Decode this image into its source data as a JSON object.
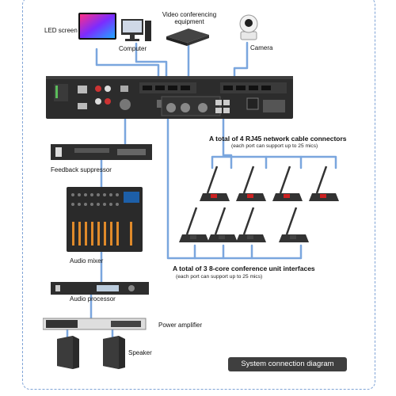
{
  "labels": {
    "led_screen": "LED screen",
    "computer": "Computer",
    "video_conf": "Video conferencing\nequipment",
    "camera": "Camera",
    "feedback": "Feedback suppressor",
    "mixer": "Audio mixer",
    "processor": "Audio processor",
    "amplifier": "Power amplifier",
    "speaker": "Speaker",
    "rj45_title": "A total of 4 RJ45 network cable connectors",
    "rj45_sub": "(each port can support up to 25 mics)",
    "eightcore_title": "A total of 3 8-core conference unit interfaces",
    "eightcore_sub": "(each port can support up to 25 mics)"
  },
  "caption": "System connection diagram",
  "colors": {
    "wire": "#7aa6de",
    "frame": "#7fa3d6",
    "caption_bg": "#3f3f3f",
    "device": "#2b2b2b"
  }
}
